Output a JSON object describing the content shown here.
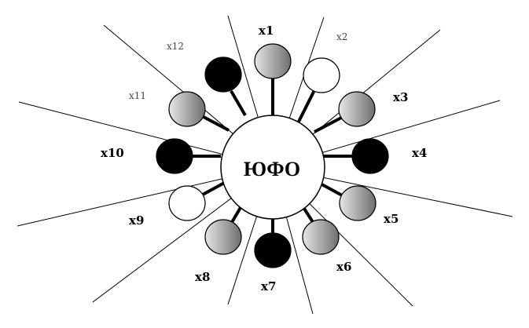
{
  "hub": {
    "label": "ЮФО"
  },
  "nodes": [
    {
      "id": "x1",
      "label": "x1",
      "fill": "gray"
    },
    {
      "id": "x2",
      "label": "x2",
      "fill": "white"
    },
    {
      "id": "x3",
      "label": "x3",
      "fill": "gray"
    },
    {
      "id": "x4",
      "label": "x4",
      "fill": "black"
    },
    {
      "id": "x5",
      "label": "x5",
      "fill": "gray"
    },
    {
      "id": "x6",
      "label": "x6",
      "fill": "gray"
    },
    {
      "id": "x7",
      "label": "x7",
      "fill": "black"
    },
    {
      "id": "x8",
      "label": "x8",
      "fill": "gray"
    },
    {
      "id": "x9",
      "label": "x9",
      "fill": "white"
    },
    {
      "id": "x10",
      "label": "x10",
      "fill": "black"
    },
    {
      "id": "x11",
      "label": "x11",
      "fill": "gray"
    },
    {
      "id": "x12",
      "label": "x12",
      "fill": "black"
    }
  ],
  "colors": {
    "black": "#000000",
    "white": "#ffffff",
    "gray_light": "#e6e6e6",
    "gray_dark": "#6e6e6e"
  }
}
